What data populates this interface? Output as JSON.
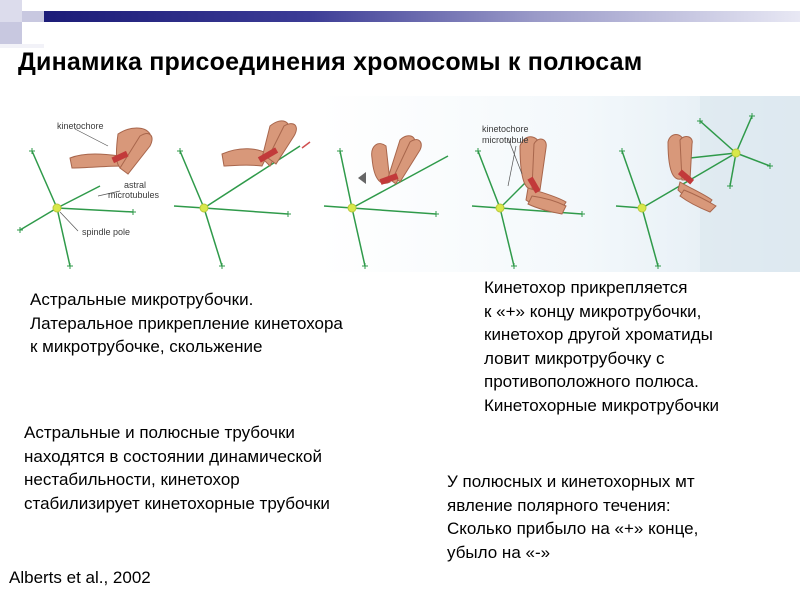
{
  "title": "Динамика присоединения хромосомы к полюсам",
  "figure": {
    "labels": {
      "kinetochore": "kinetochore",
      "astral_line1": "astral",
      "astral_line2": "microtubules",
      "spindle_pole": "spindle pole",
      "kinetochore2": "kinetochore",
      "microtubule": "microtubule"
    },
    "colors": {
      "microtubule": "#2f9a4a",
      "pole": "#d8e84a",
      "chromosome": "#d8987a",
      "kinetochore": "#c23a3a",
      "faint_background": "#e3eef6"
    }
  },
  "text_blocks": {
    "block1": [
      "Астральные микротрубочки.",
      "Латеральное прикрепление кинетохора",
      " к микротрубочке, скольжение"
    ],
    "block2": [
      "Кинетохор прикрепляется",
      "к «+» концу микротрубочки,",
      "кинетохор другой хроматиды",
      "ловит микротрубочку с",
      "противоположного полюса.",
      "Кинетохорные микротрубочки"
    ],
    "block3": [
      "Астральные и полюсные трубочки",
      "находятся в состоянии динамической",
      "нестабильности, кинетохор",
      "стабилизирует кинетохорные трубочки"
    ],
    "block4": [
      "У полюсных  и кинетохорных мт",
      "явление полярного течения:",
      "Сколько прибыло на «+» конце,",
      "убыло на «-»"
    ]
  },
  "credit": "Alberts et al., 2002"
}
